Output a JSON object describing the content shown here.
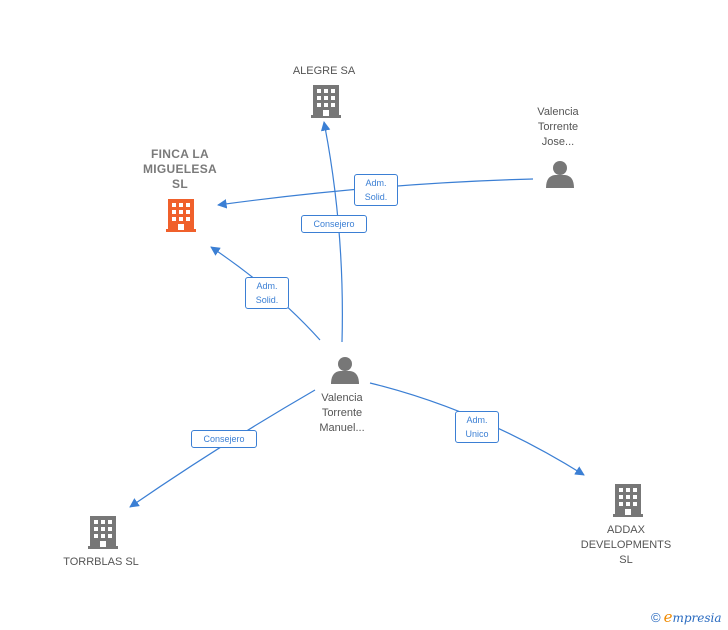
{
  "nodes": {
    "finca": {
      "label": "FINCA LA\nMIGUELESA\nSL",
      "icon": "building-icon",
      "color": "#f0602b"
    },
    "alegre": {
      "label": "ALEGRE SA",
      "icon": "building-icon",
      "color": "#777777"
    },
    "jose": {
      "label": "Valencia\nTorrente\nJose...",
      "icon": "person-icon",
      "color": "#777777"
    },
    "manuel": {
      "label": "Valencia\nTorrente\nManuel...",
      "icon": "person-icon",
      "color": "#777777"
    },
    "torrblas": {
      "label": "TORRBLAS SL",
      "icon": "building-icon",
      "color": "#777777"
    },
    "addax": {
      "label": "ADDAX\nDEVELOPMENTS\nSL",
      "icon": "building-icon",
      "color": "#777777"
    }
  },
  "edges": {
    "jose_finca": "Adm.\nSolid.",
    "manuel_alegre": "Consejero",
    "manuel_finca": "Adm.\nSolid.",
    "manuel_torrblas": "Consejero",
    "manuel_addax": "Adm.\nUnico"
  },
  "colors": {
    "edge": "#3b7fd4"
  },
  "brand": {
    "copyright": "©",
    "initial": "e",
    "name": "mpresia"
  }
}
